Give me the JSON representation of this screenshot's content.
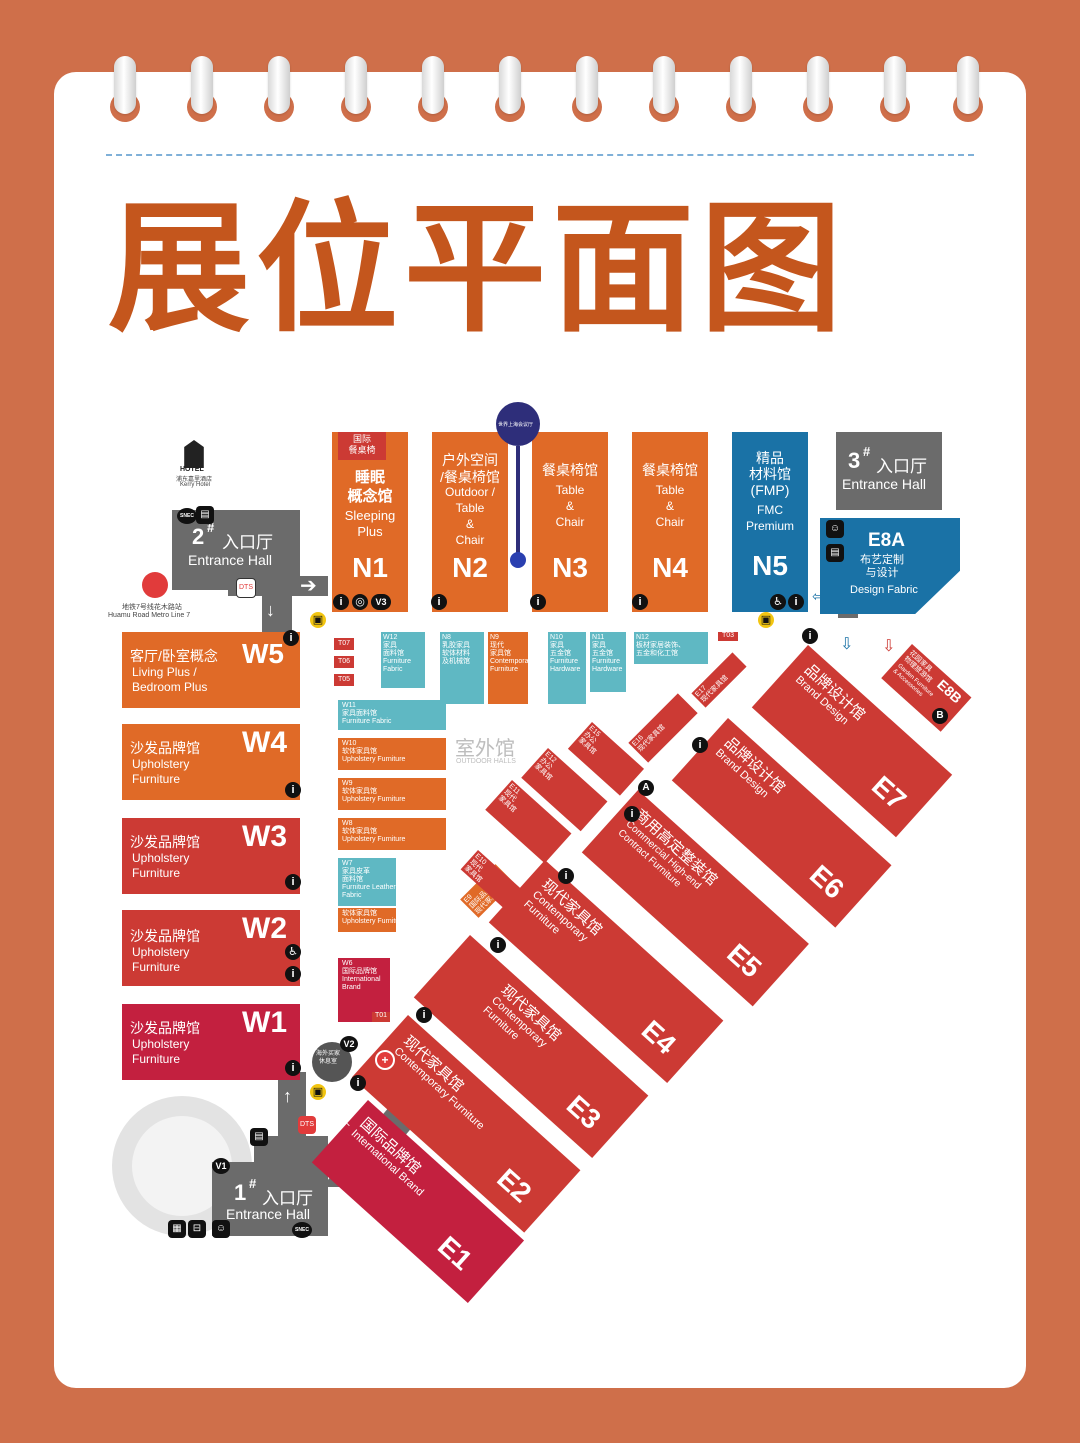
{
  "title": "展位平面图",
  "halls": {
    "N1": {
      "code": "N1",
      "top": "国际\n餐桌椅",
      "cn": "睡眠\n概念馆",
      "en": "Sleeping\nPlus"
    },
    "N2": {
      "code": "N2",
      "cn": "户外空间\n/餐桌椅馆",
      "en": "Outdoor /\nTable\n&\nChair"
    },
    "N3": {
      "code": "N3",
      "cn": "餐桌椅馆",
      "en": "Table\n&\nChair"
    },
    "N4": {
      "code": "N4",
      "cn": "餐桌椅馆",
      "en": "Table\n&\nChair"
    },
    "N5": {
      "code": "N5",
      "cn": "精品\n材料馆\n(FMP)",
      "en": "FMC\nPremium"
    },
    "E8A": {
      "code": "E8A",
      "cn": "布艺定制\n与设计",
      "en": "Design Fabric"
    },
    "E8B": {
      "code": "E8B",
      "cn": "花园家具\n物理旅游馆",
      "en": "Garden Furniture\n& Accessories"
    },
    "E7": {
      "code": "E7",
      "cn": "品牌设计馆",
      "en": "Brand Design"
    },
    "E6": {
      "code": "E6",
      "cn": "品牌设计馆",
      "en": "Brand Design"
    },
    "E5": {
      "code": "E5",
      "cn": "商用高定整装馆",
      "en": "Commercial High-end\nContract Furniture"
    },
    "E4": {
      "code": "E4",
      "cn": "现代家具馆",
      "en": "Contemporary\nFurniture"
    },
    "E3": {
      "code": "E3",
      "cn": "现代家具馆",
      "en": "Contemporary\nFurniture"
    },
    "E2": {
      "code": "E2",
      "cn": "现代家具馆",
      "en": "Contemporary Furniture"
    },
    "E1": {
      "code": "E1",
      "cn": "国际品牌馆",
      "en": "International Brand"
    },
    "W5": {
      "code": "W5",
      "cn": "客厅/卧室概念",
      "en": "Living Plus /\nBedroom Plus"
    },
    "W4": {
      "code": "W4",
      "cn": "沙发品牌馆",
      "en": "Upholstery\nFurniture"
    },
    "W3": {
      "code": "W3",
      "cn": "沙发品牌馆",
      "en": "Upholstery\nFurniture"
    },
    "W2": {
      "code": "W2",
      "cn": "沙发品牌馆",
      "en": "Upholstery\nFurniture"
    },
    "W1": {
      "code": "W1",
      "cn": "沙发品牌馆",
      "en": "Upholstery\nFurniture"
    }
  },
  "small_halls": {
    "W12": "W12\n家具\n面料馆\nFurniture\nFabric",
    "N8": "N8\n乳胶家具\n软体材料\n及机械馆",
    "N9": "N9\n现代\n家具馆\nContemporary\nFurniture",
    "N10": "N10\n家具\n五金馆\nFurniture\nHardware",
    "N11": "N11\n家具\n五金馆\nFurniture\nHardware",
    "N12": "N12\n板材家居装饰、\n五金和化工馆",
    "W11": "W11\n家具面料馆\nFurniture Fabric",
    "W10": "W10\n软体家具馆\nUpholstery Furniture",
    "W9": "W9\n软体家具馆\nUpholstery Furniture",
    "W8": "W8\n软体家具馆\nUpholstery Furniture",
    "W7": "W7\n家具皮革\n面料馆\nFurniture Leather\nFabric",
    "W7b": "软体家具馆\nUpholstery Furniture",
    "W6": "W6\n国际品牌馆\nInternational\nBrand",
    "T07": "T07",
    "T06": "T06",
    "T05": "T05",
    "T03": "T03",
    "T01": "T01",
    "E9": "E9\n国际品牌\n现代家具馆",
    "E10": "E10\n现代\n家具馆",
    "E11": "E11\n现代\n家具馆",
    "E12": "E12\n办公\n家具馆",
    "E15": "E15\n办公\n家具馆",
    "E16": "E16\n现代家具馆",
    "E17": "E17\n现代家具馆"
  },
  "outdoor": {
    "cn": "室外馆",
    "en": "OUTDOOR HALLS"
  },
  "entrances": {
    "e1": {
      "num": "1",
      "sup": "#",
      "cn": "入口厅",
      "en": "Entrance Hall"
    },
    "e2": {
      "num": "2",
      "sup": "#",
      "cn": "入口厅",
      "en": "Entrance Hall"
    },
    "e3": {
      "num": "3",
      "sup": "#",
      "cn": "入口厅",
      "en": "Entrance Hall"
    }
  },
  "landmarks": {
    "hotel": {
      "label": "HOTEL",
      "cn": "浦东嘉里酒店",
      "en": "Kerry Hotel"
    },
    "metro": {
      "cn": "地铁7号线花木路站",
      "en": "Huamu Road Metro Line 7"
    },
    "hub": "世界上海会议厅",
    "lounge": "海外买家\n休息室",
    "v1": "V1",
    "v2": "V2",
    "v3": "V3",
    "a": "A",
    "b": "B",
    "snec": "SNEC"
  },
  "colors": {
    "orange": "#e06a27",
    "red": "#cc3a34",
    "crimson": "#c3203f",
    "teal": "#5fb8c3",
    "blue": "#1a72a6",
    "gray": "#6b6b6b",
    "title": "#c4561d",
    "bg": "#cf6f4a"
  }
}
